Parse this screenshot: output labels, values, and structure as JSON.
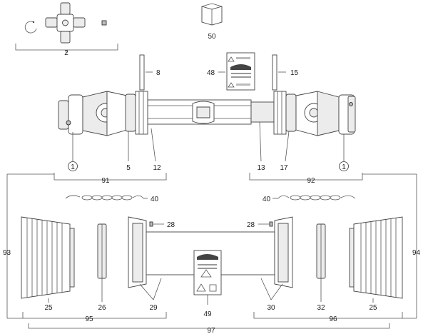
{
  "labels": {
    "p2": "2",
    "p50": "50",
    "p8": "8",
    "p48": "48",
    "p15": "15",
    "p1_left": "1",
    "p5": "5",
    "p12": "12",
    "p13": "13",
    "p17": "17",
    "p1_right": "1",
    "p91": "91",
    "p92": "92",
    "p40_left": "40",
    "p40_right": "40",
    "p28_left": "28",
    "p28_right": "28",
    "p93": "93",
    "p94": "94",
    "p25_left": "25",
    "p26": "26",
    "p29": "29",
    "p49": "49",
    "p30": "30",
    "p32": "32",
    "p25_right": "25",
    "p95": "95",
    "p96": "96",
    "p97": "97"
  },
  "icons": {
    "manual": "book-icon",
    "warning": "warning-triangle-icon"
  }
}
